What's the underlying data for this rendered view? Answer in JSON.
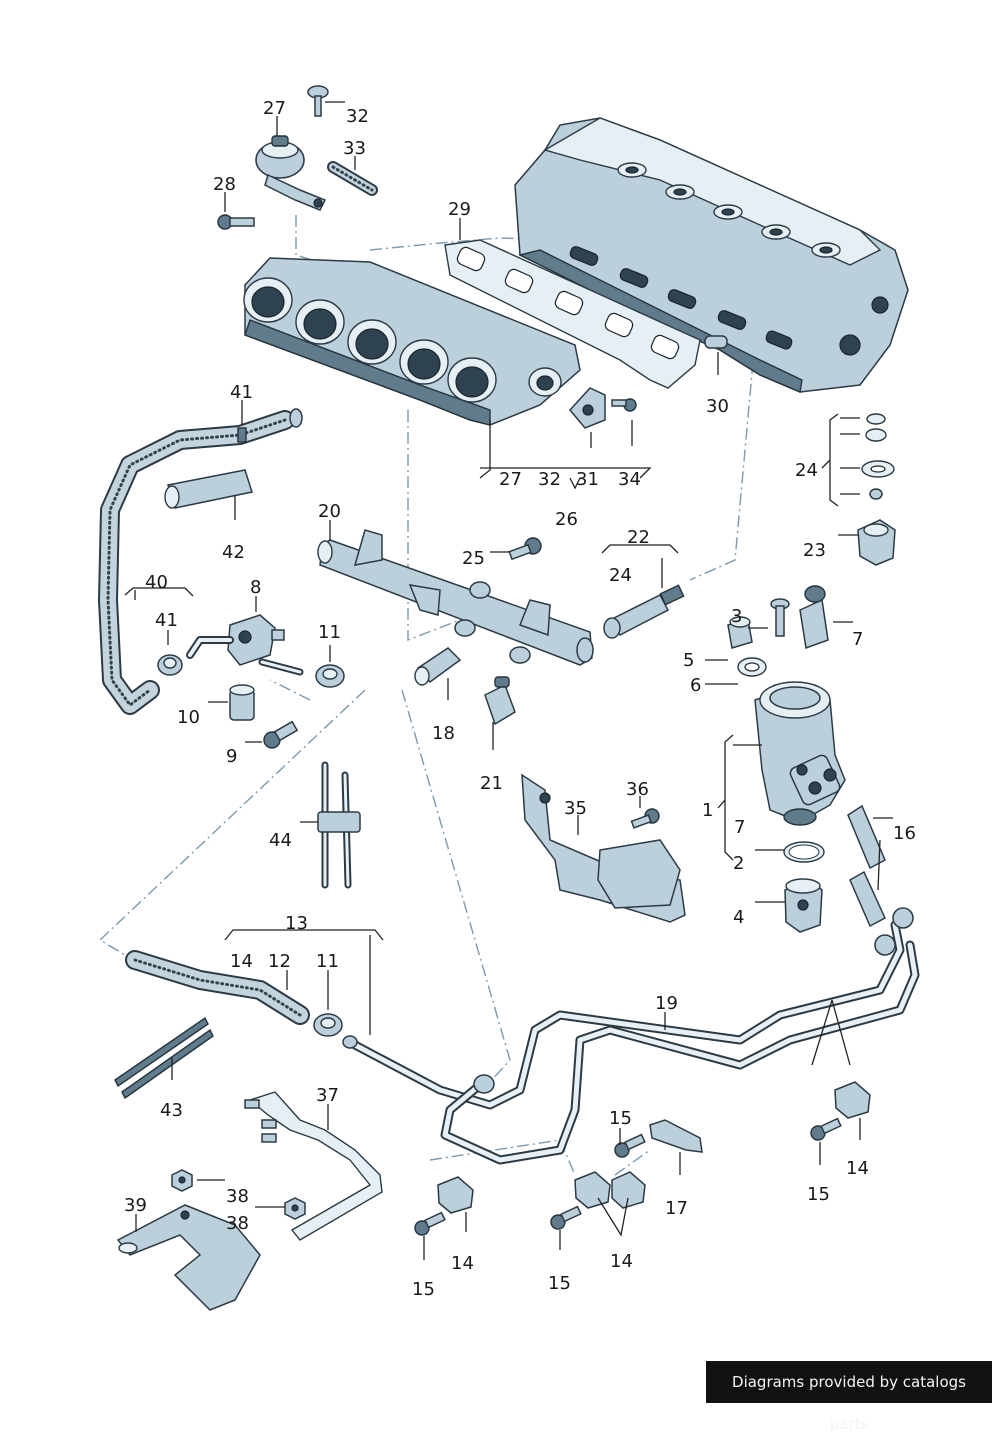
{
  "footer": {
    "text": "Diagrams provided by catalogs parts"
  },
  "labels": [
    {
      "key": "27a",
      "text": "27"
    },
    {
      "key": "32a",
      "text": "32"
    },
    {
      "key": "33",
      "text": "33"
    },
    {
      "key": "28",
      "text": "28"
    },
    {
      "key": "29",
      "text": "29"
    },
    {
      "key": "30",
      "text": "30"
    },
    {
      "key": "41a",
      "text": "41"
    },
    {
      "key": "42",
      "text": "42"
    },
    {
      "key": "27b",
      "text": "27"
    },
    {
      "key": "32b",
      "text": "32"
    },
    {
      "key": "31",
      "text": "31"
    },
    {
      "key": "34",
      "text": "34"
    },
    {
      "key": "24a",
      "text": "24"
    },
    {
      "key": "23",
      "text": "23"
    },
    {
      "key": "20",
      "text": "20"
    },
    {
      "key": "26",
      "text": "26"
    },
    {
      "key": "25",
      "text": "25"
    },
    {
      "key": "22",
      "text": "22"
    },
    {
      "key": "24b",
      "text": "24"
    },
    {
      "key": "40",
      "text": "40"
    },
    {
      "key": "8",
      "text": "8"
    },
    {
      "key": "41b",
      "text": "41"
    },
    {
      "key": "11a",
      "text": "11"
    },
    {
      "key": "10",
      "text": "10"
    },
    {
      "key": "9",
      "text": "9"
    },
    {
      "key": "18",
      "text": "18"
    },
    {
      "key": "21",
      "text": "21"
    },
    {
      "key": "3",
      "text": "3"
    },
    {
      "key": "7a",
      "text": "7"
    },
    {
      "key": "5",
      "text": "5"
    },
    {
      "key": "6",
      "text": "6"
    },
    {
      "key": "1",
      "text": "1"
    },
    {
      "key": "7b",
      "text": "7"
    },
    {
      "key": "2",
      "text": "2"
    },
    {
      "key": "16",
      "text": "16"
    },
    {
      "key": "4",
      "text": "4"
    },
    {
      "key": "36",
      "text": "36"
    },
    {
      "key": "35",
      "text": "35"
    },
    {
      "key": "44",
      "text": "44"
    },
    {
      "key": "13",
      "text": "13"
    },
    {
      "key": "14a",
      "text": "14"
    },
    {
      "key": "12",
      "text": "12"
    },
    {
      "key": "11b",
      "text": "11"
    },
    {
      "key": "19",
      "text": "19"
    },
    {
      "key": "43",
      "text": "43"
    },
    {
      "key": "37",
      "text": "37"
    },
    {
      "key": "15a",
      "text": "15"
    },
    {
      "key": "17",
      "text": "17"
    },
    {
      "key": "14b",
      "text": "14"
    },
    {
      "key": "15b",
      "text": "15"
    },
    {
      "key": "39",
      "text": "39"
    },
    {
      "key": "38a",
      "text": "38"
    },
    {
      "key": "38b",
      "text": "38"
    },
    {
      "key": "14c",
      "text": "14"
    },
    {
      "key": "15c",
      "text": "15"
    },
    {
      "key": "14d",
      "text": "14"
    },
    {
      "key": "15d",
      "text": "15"
    }
  ]
}
